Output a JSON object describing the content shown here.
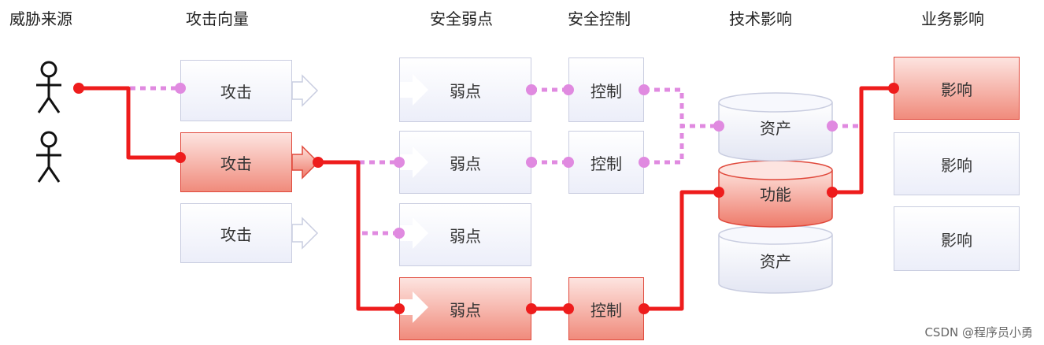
{
  "headers": {
    "threat_source": "威胁来源",
    "attack_vector": "攻击向量",
    "weakness": "安全弱点",
    "control": "安全控制",
    "tech_impact": "技术影响",
    "biz_impact": "业务影响"
  },
  "nodes": {
    "attack": "攻击",
    "weakness": "弱点",
    "control": "控制",
    "asset": "资产",
    "function": "功能",
    "impact": "影响"
  },
  "watermark": "CSDN @程序员小勇",
  "colors": {
    "path": "#ee1c1c",
    "link": "#e08ae0",
    "highlight": "#f08b7c",
    "box_border": "#c9cde0"
  }
}
